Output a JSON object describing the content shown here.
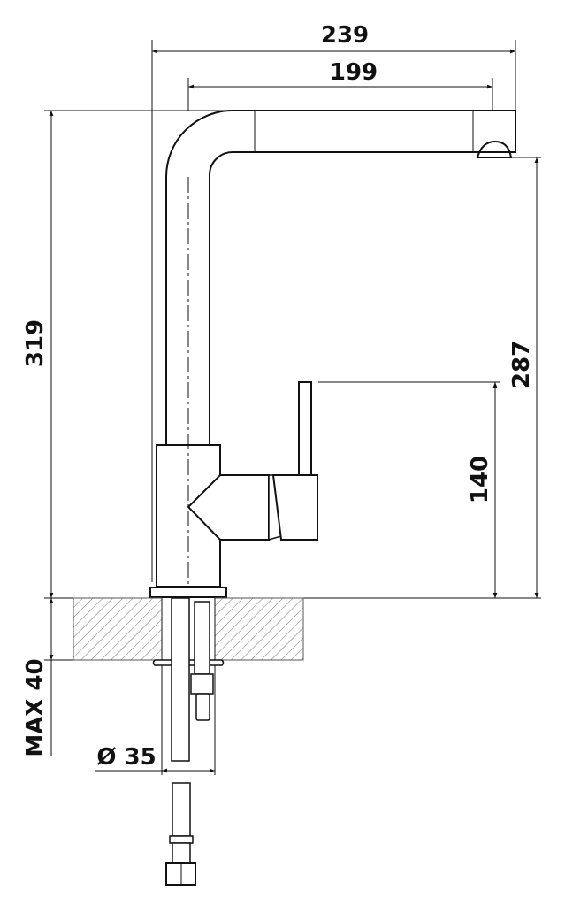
{
  "drawing": {
    "dimensions": {
      "overall_reach": "239",
      "spout_reach": "199",
      "overall_height": "319",
      "outlet_height": "287",
      "lever_height": "140",
      "max_counter_thickness": "MAX 40",
      "hole_diameter": "Ø 35"
    },
    "colors": {
      "line": "#111111",
      "background": "#ffffff"
    }
  }
}
